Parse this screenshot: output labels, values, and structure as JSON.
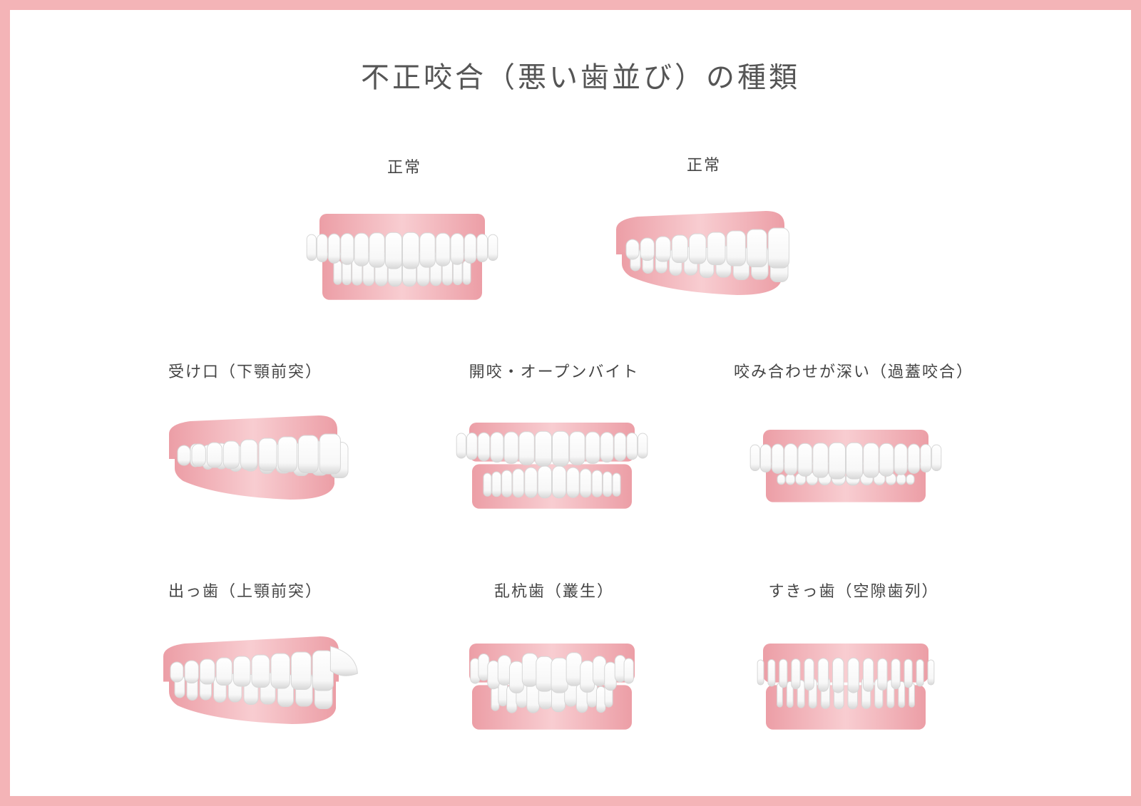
{
  "title": "不正咬合（悪い歯並び）の種類",
  "colors": {
    "frame": "#f4b4b7",
    "gum_light": "#f8cdd1",
    "gum_dark": "#ec9ea6",
    "tooth": "#ffffff",
    "tooth_shade": "#d7d7d7",
    "text": "#444444"
  },
  "items": [
    {
      "label": "正常",
      "kind": "front"
    },
    {
      "label": "正常",
      "kind": "side"
    },
    {
      "label": "受け口（下顎前突）",
      "kind": "side-underbite"
    },
    {
      "label": "開咬・オープンバイト",
      "kind": "openbite"
    },
    {
      "label": "咬み合わせが深い（過蓋咬合）",
      "kind": "deepbite"
    },
    {
      "label": "出っ歯（上顎前突）",
      "kind": "side-overjet"
    },
    {
      "label": "乱杭歯（叢生）",
      "kind": "crowded"
    },
    {
      "label": "すきっ歯（空隙歯列）",
      "kind": "spacing"
    }
  ]
}
